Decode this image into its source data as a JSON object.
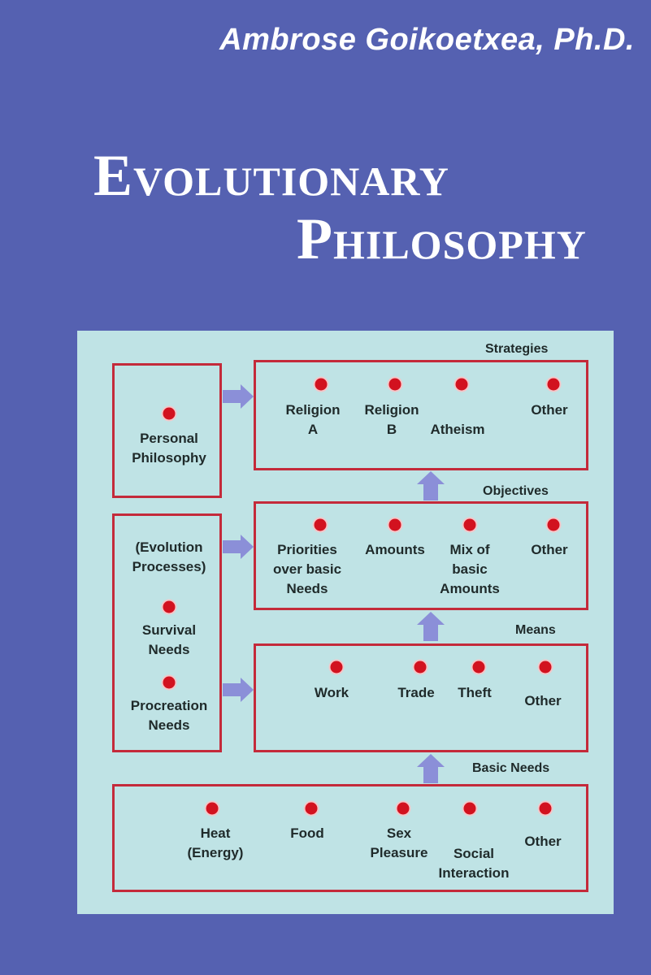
{
  "author": "Ambrose Goikoetxea, Ph.D.",
  "title": {
    "line1": "Evolutionary",
    "line2": "Philosophy"
  },
  "diagram": {
    "sections": {
      "strategies": "Strategies",
      "objectives": "Objectives",
      "means": "Means",
      "basic_needs": "Basic Needs"
    },
    "personal": "Personal\nPhilosophy",
    "evolution": {
      "heading": "(Evolution\nProcesses)",
      "survival": "Survival\nNeeds",
      "procreation": "Procreation\nNeeds"
    },
    "strategies": [
      "Religion\nA",
      "Religion\nB",
      "Atheism",
      "Other"
    ],
    "objectives": [
      "Priorities\nover basic\nNeeds",
      "Amounts",
      "Mix of\nbasic\nAmounts",
      "Other"
    ],
    "means": [
      "Work",
      "Trade",
      "Theft",
      "Other"
    ],
    "basic_needs": [
      "Heat\n(Energy)",
      "Food",
      "Sex\nPleasure",
      "Social\nInteraction",
      "Other"
    ]
  },
  "colors": {
    "background": "#5561b1",
    "panel": "#bfe3e5",
    "border": "#c42a3a",
    "dot": "#d2121f",
    "arrow": "#8b8fd8"
  }
}
